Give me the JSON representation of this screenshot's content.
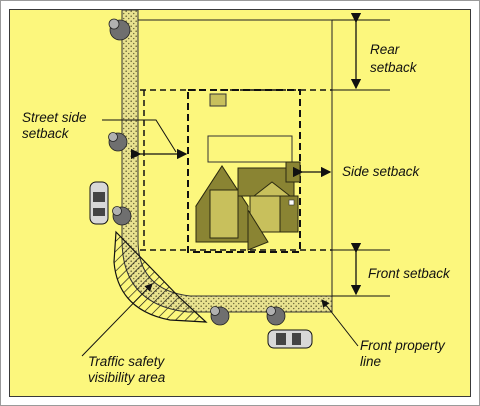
{
  "diagram": {
    "labels": {
      "rear_setback_line1": "Rear",
      "rear_setback_line2": "setback",
      "street_side_line1": "Street side",
      "street_side_line2": "setback",
      "side_setback": "Side setback",
      "front_setback": "Front setback",
      "front_property_line1": "Front property",
      "front_property_line2": "line",
      "traffic_line1": "Traffic safety",
      "traffic_line2": "visibility area"
    },
    "colors": {
      "background": "#fcf77d",
      "sidewalk": "#e6df8a",
      "roof_dark": "#8a8433",
      "roof_light": "#c8c05c",
      "line": "#111111"
    }
  }
}
